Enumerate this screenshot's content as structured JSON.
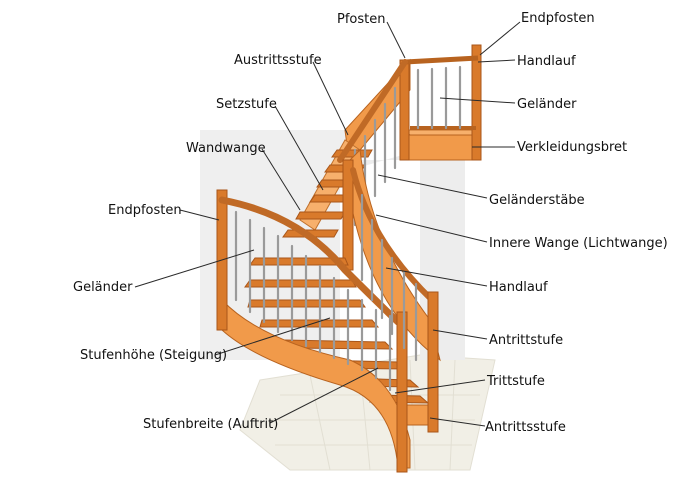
{
  "diagram": {
    "colors": {
      "wood": "#f19a4a",
      "wood_edge": "#b8631f",
      "baluster": "#9a9a9a",
      "floor": "#f1efe6"
    },
    "labels": {
      "pfosten": "Pfosten",
      "endpfosten_top": "Endpfosten",
      "austrittsstufe": "Austrittsstufe",
      "handlauf_top": "Handlauf",
      "setzstufe": "Setzstufe",
      "gelaender_top": "Geländer",
      "wandwange": "Wandwange",
      "verkleidungsbrett": "Verkleidungsbret",
      "gelaenderstaebe": "Geländerstäbe",
      "endpfosten_left": "Endpfosten",
      "innere_wange": "Innere Wange (Lichtwange)",
      "gelaender_left": "Geländer",
      "handlauf_mid": "Handlauf",
      "antrittstufe": "Antrittstufe",
      "stufenhoehe": "Stufenhöhe (Steigung)",
      "trittstufe": "Trittstufe",
      "stufenbreite": "Stufenbreite (Auftrit)",
      "antrittsstufe_bottom": "Antrittsstufe"
    }
  }
}
